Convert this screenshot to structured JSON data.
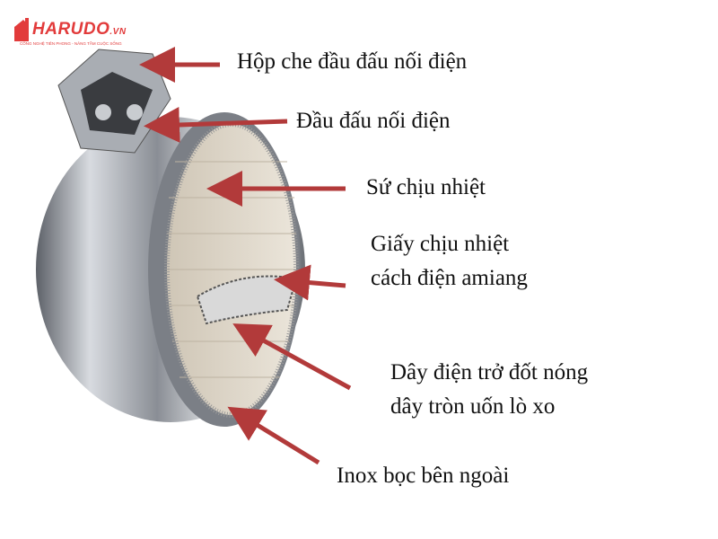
{
  "logo": {
    "brand": "HARUDO",
    "suffix": ".VN",
    "tagline": "CÔNG NGHỆ TIÊN PHONG - NÂNG TẦM CUỘC SỐNG"
  },
  "colors": {
    "arrow": "#b23a3a",
    "brand": "#e23b3b"
  },
  "labels": [
    {
      "lines": [
        "Hộp che đầu đấu nối điện"
      ]
    },
    {
      "lines": [
        "Đầu đấu nối điện"
      ]
    },
    {
      "lines": [
        "Sứ chịu nhiệt"
      ]
    },
    {
      "lines": [
        "Giấy chịu nhiệt",
        "cách điện amiang"
      ]
    },
    {
      "lines": [
        "Dây điện trở đốt nóng",
        "dây tròn uốn lò xo"
      ]
    },
    {
      "lines": [
        "Inox bọc bên ngoài"
      ]
    }
  ]
}
